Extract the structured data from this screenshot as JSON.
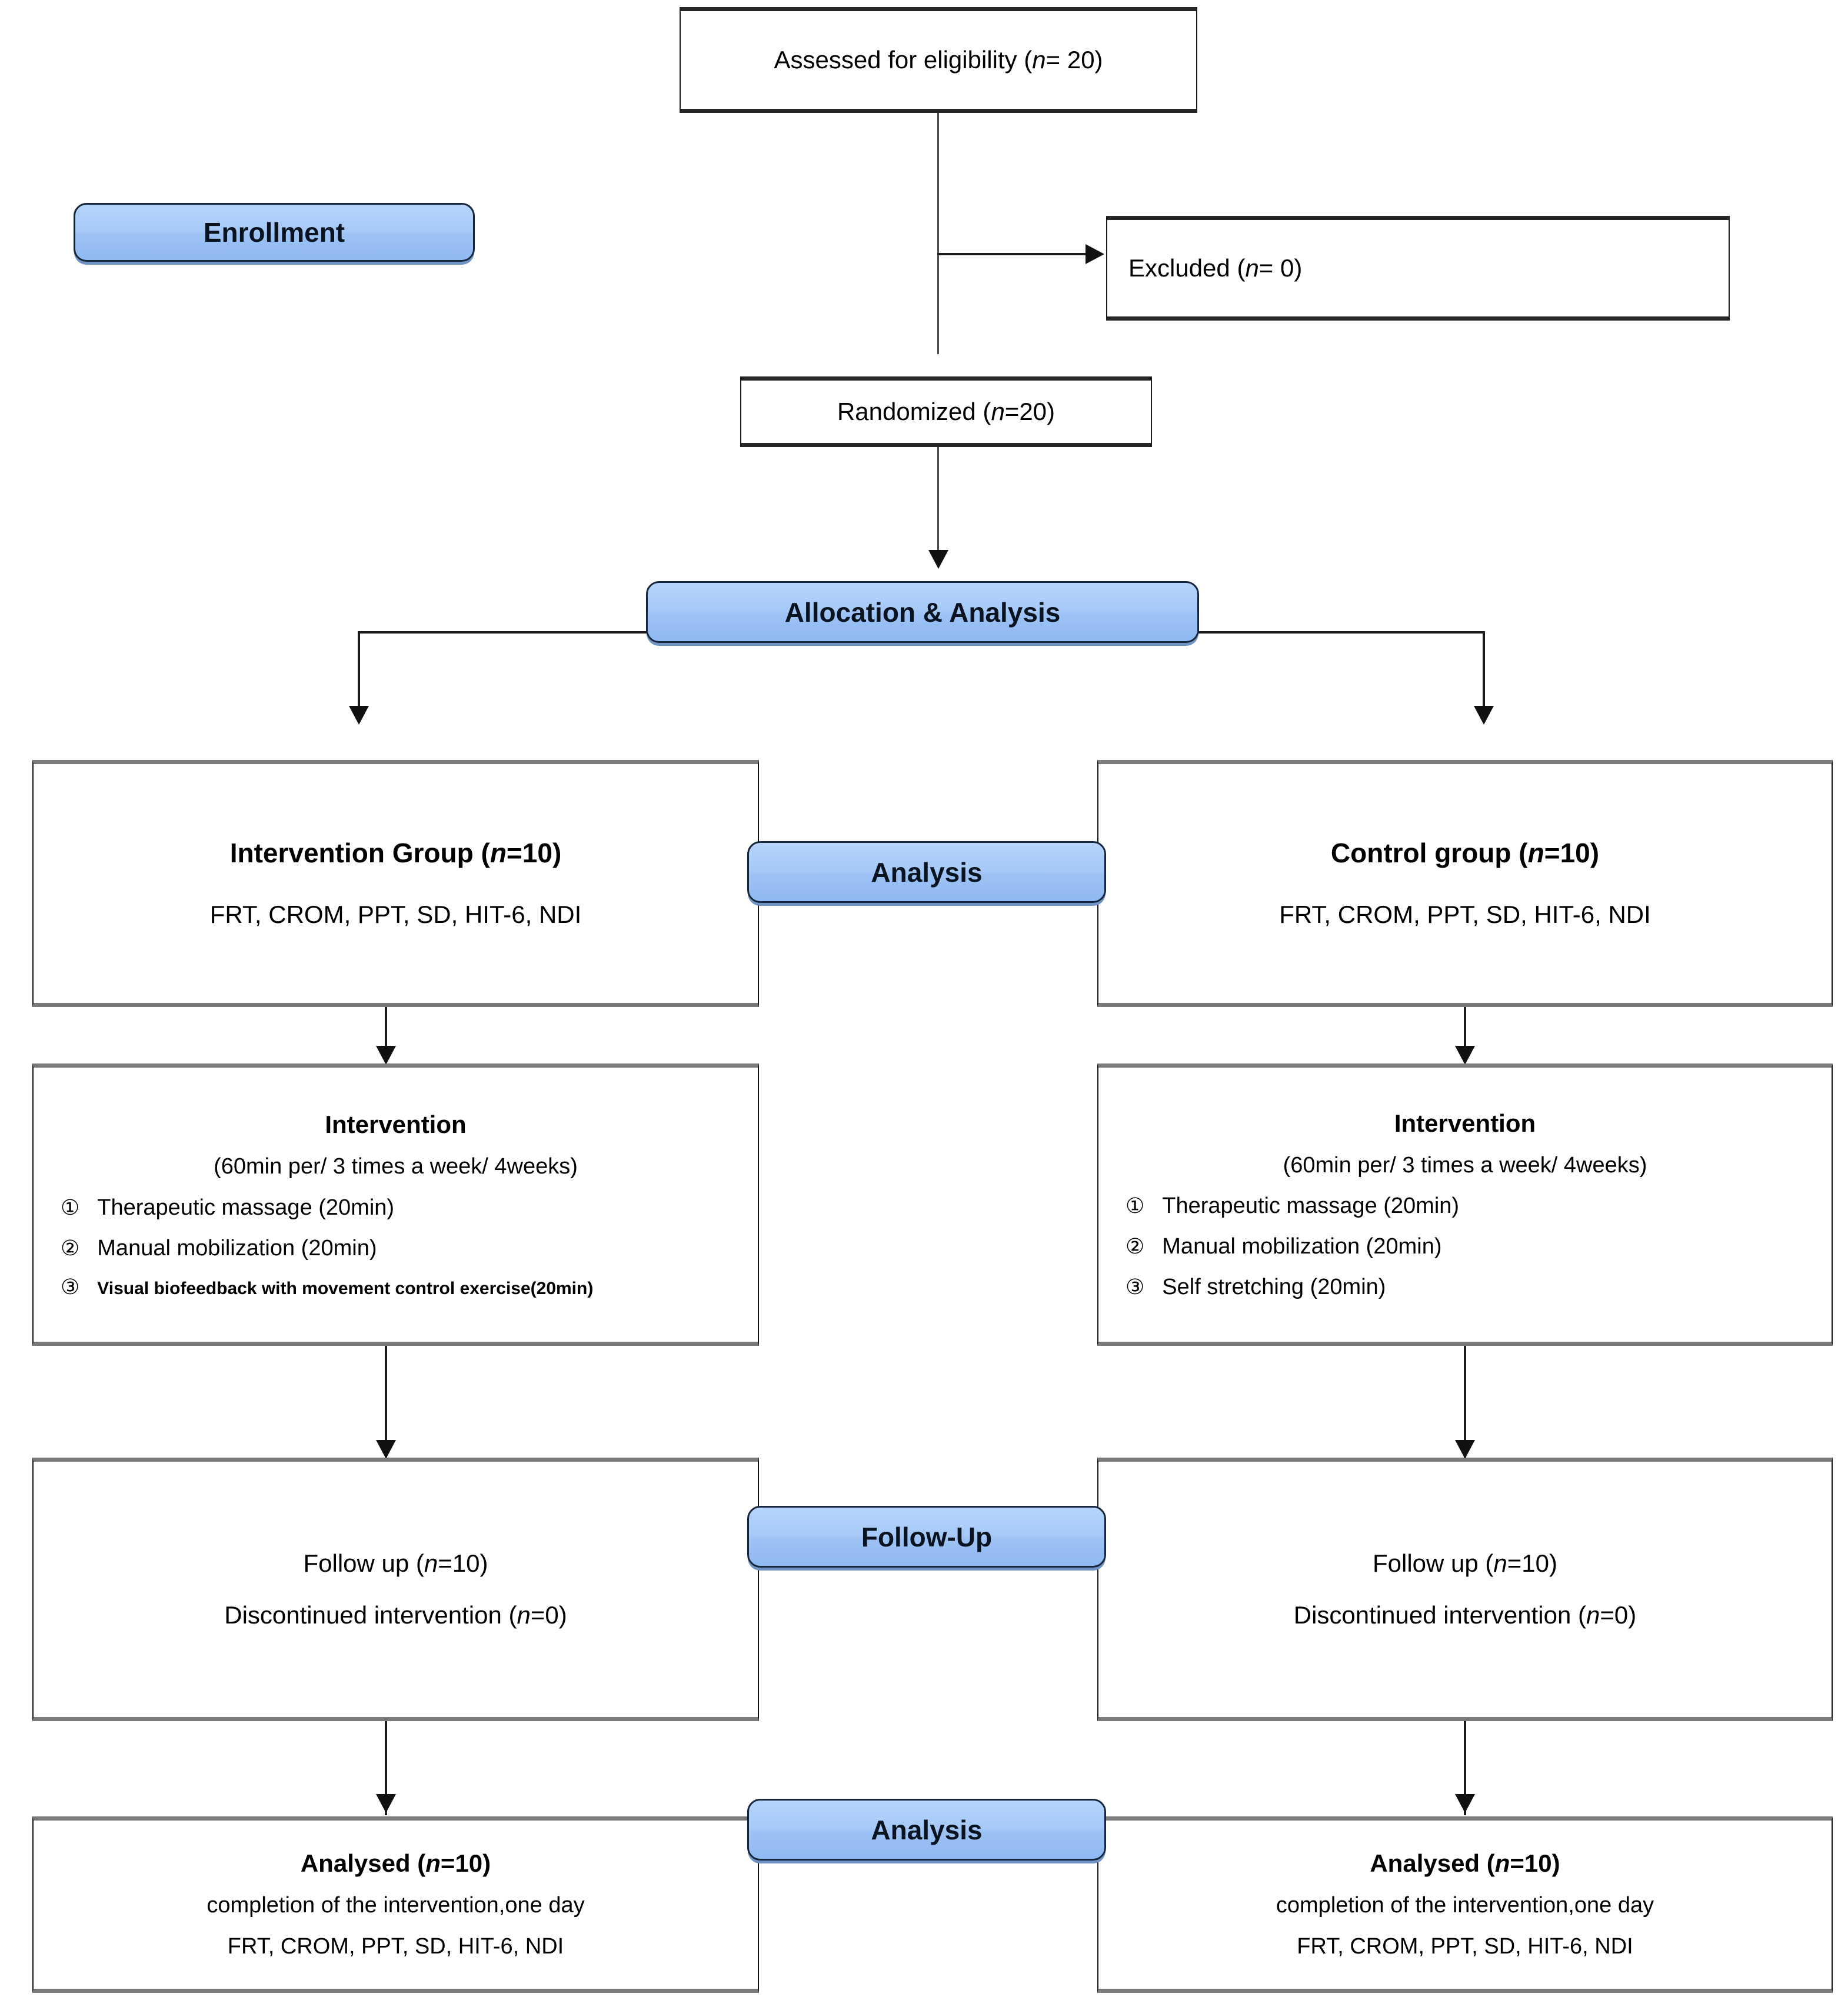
{
  "diagram": {
    "title": "CONSORT participant flow diagram",
    "accent_blue": "#a6c9f7",
    "border_dark": "#1a1a1a",
    "bar_gray": "#7a7a7a"
  },
  "stage_labels": {
    "enrollment": "Enrollment",
    "allocation_analysis": "Allocation & Analysis",
    "analysis_top": "Analysis",
    "follow_up": "Follow-Up",
    "analysis_bottom": "Analysis"
  },
  "top_flow": {
    "assessed": "Assessed for eligibility (n= 20)",
    "assessed_prefix": "Assessed for eligibility (",
    "assessed_n": "n",
    "assessed_suffix": "= 20)",
    "excluded_prefix": "Excluded (",
    "excluded_n": "n",
    "excluded_suffix": "= 0)",
    "randomized_prefix": "Randomized  (",
    "randomized_n": "n",
    "randomized_suffix": "=20)"
  },
  "left_column": {
    "group_title_prefix": "Intervention Group (",
    "group_title_n": "n",
    "group_title_suffix": "=10)",
    "outcomes": "FRT,  CROM,  PPT,  SD, HIT-6,  NDI",
    "intervention_heading": "Intervention",
    "intervention_dose": "(60min per/ 3 times a week/ 4weeks)",
    "intervention_items": [
      {
        "num": "①",
        "text": "Therapeutic massage (20min)",
        "small": false
      },
      {
        "num": "②",
        "text": "Manual mobilization (20min)",
        "small": false
      },
      {
        "num": "③",
        "text": "Visual biofeedback with movement control exercise(20min)",
        "small": true
      }
    ],
    "followup_prefix": "Follow up (",
    "followup_n": "n",
    "followup_suffix": "=10)",
    "discontinued_prefix": "Discontinued intervention  (",
    "discontinued_n": "n",
    "discontinued_suffix": "=0)",
    "analysed_prefix": "Analysed (",
    "analysed_n": "n",
    "analysed_suffix": "=10)",
    "completion": "completion  of the intervention,one   day",
    "final_outcomes": "FRT,  CROM,  PPT,  SD, HIT-6,  NDI"
  },
  "right_column": {
    "group_title_prefix": "Control group (",
    "group_title_n": "n",
    "group_title_suffix": "=10)",
    "outcomes": "FRT,  CROM,  PPT,  SD, HIT-6,  NDI",
    "intervention_heading": "Intervention",
    "intervention_dose": "(60min per/ 3 times a week/ 4weeks)",
    "intervention_items": [
      {
        "num": "①",
        "text": "Therapeutic massage (20min)",
        "small": false
      },
      {
        "num": "②",
        "text": "Manual mobilization (20min)",
        "small": false
      },
      {
        "num": "③",
        "text": "Self stretching (20min)",
        "small": false
      }
    ],
    "followup_prefix": "Follow up (",
    "followup_n": "n",
    "followup_suffix": "=10)",
    "discontinued_prefix": "Discontinued intervention  (",
    "discontinued_n": "n",
    "discontinued_suffix": "=0)",
    "analysed_prefix": "Analysed  (",
    "analysed_n": "n",
    "analysed_suffix": "=10)",
    "completion": "completion of the intervention,one day",
    "final_outcomes": "FRT,  CROM,  PPT,  SD, HIT-6, NDI"
  }
}
